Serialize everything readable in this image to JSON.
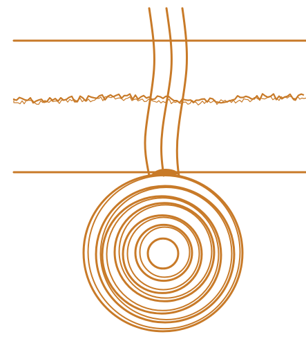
{
  "diagram": {
    "kind": "line-drawing",
    "description_free": true,
    "colors": {
      "stroke": "#C87A28",
      "background": "#FFFFFF"
    },
    "elements": {
      "horizontal_lines": 2,
      "rough_horizontal_line": 1,
      "vertical_strands": 3,
      "spiral_rings": 7
    }
  }
}
